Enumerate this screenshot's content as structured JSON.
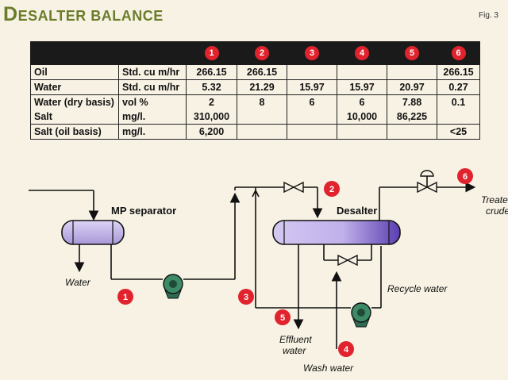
{
  "header": {
    "title_cap": "D",
    "title_rest": "ESALTER BALANCE",
    "fig": "Fig. 3"
  },
  "table": {
    "streams": [
      "1",
      "2",
      "3",
      "4",
      "5",
      "6"
    ],
    "rows": [
      {
        "label": "Oil",
        "unit": "Std. cu m/hr",
        "values": [
          "266.15",
          "266.15",
          "",
          "",
          "",
          "266.15"
        ]
      },
      {
        "label": "Water",
        "unit": "Std. cu m/hr",
        "values": [
          "5.32",
          "21.29",
          "15.97",
          "15.97",
          "20.97",
          "0.27"
        ]
      },
      {
        "label": "Water (dry basis)",
        "unit": "vol %",
        "values": [
          "2",
          "8",
          "6",
          "6",
          "7.88",
          "0.1"
        ]
      },
      {
        "label": "Salt",
        "unit": "mg/l.",
        "values": [
          "310,000",
          "",
          "",
          "10,000",
          "86,225",
          ""
        ]
      },
      {
        "label": "Salt (oil basis)",
        "unit": "mg/l.",
        "values": [
          "6,200",
          "",
          "",
          "",
          "",
          "<25"
        ]
      }
    ]
  },
  "diagram": {
    "mp_separator": "MP separator",
    "desalter": "Desalter",
    "water": "Water",
    "treated_line1": "Treated",
    "treated_line2": "crude",
    "recycle_water": "Recycle water",
    "effluent_line1": "Effluent",
    "effluent_line2": "water",
    "wash_water": "Wash water",
    "markers": [
      "1",
      "2",
      "3",
      "4",
      "5",
      "6"
    ],
    "colors": {
      "vessel": "#b8a8e0",
      "marker": "#e0232d",
      "pump": "#2f6b52",
      "background": "#f7f2e4"
    }
  }
}
